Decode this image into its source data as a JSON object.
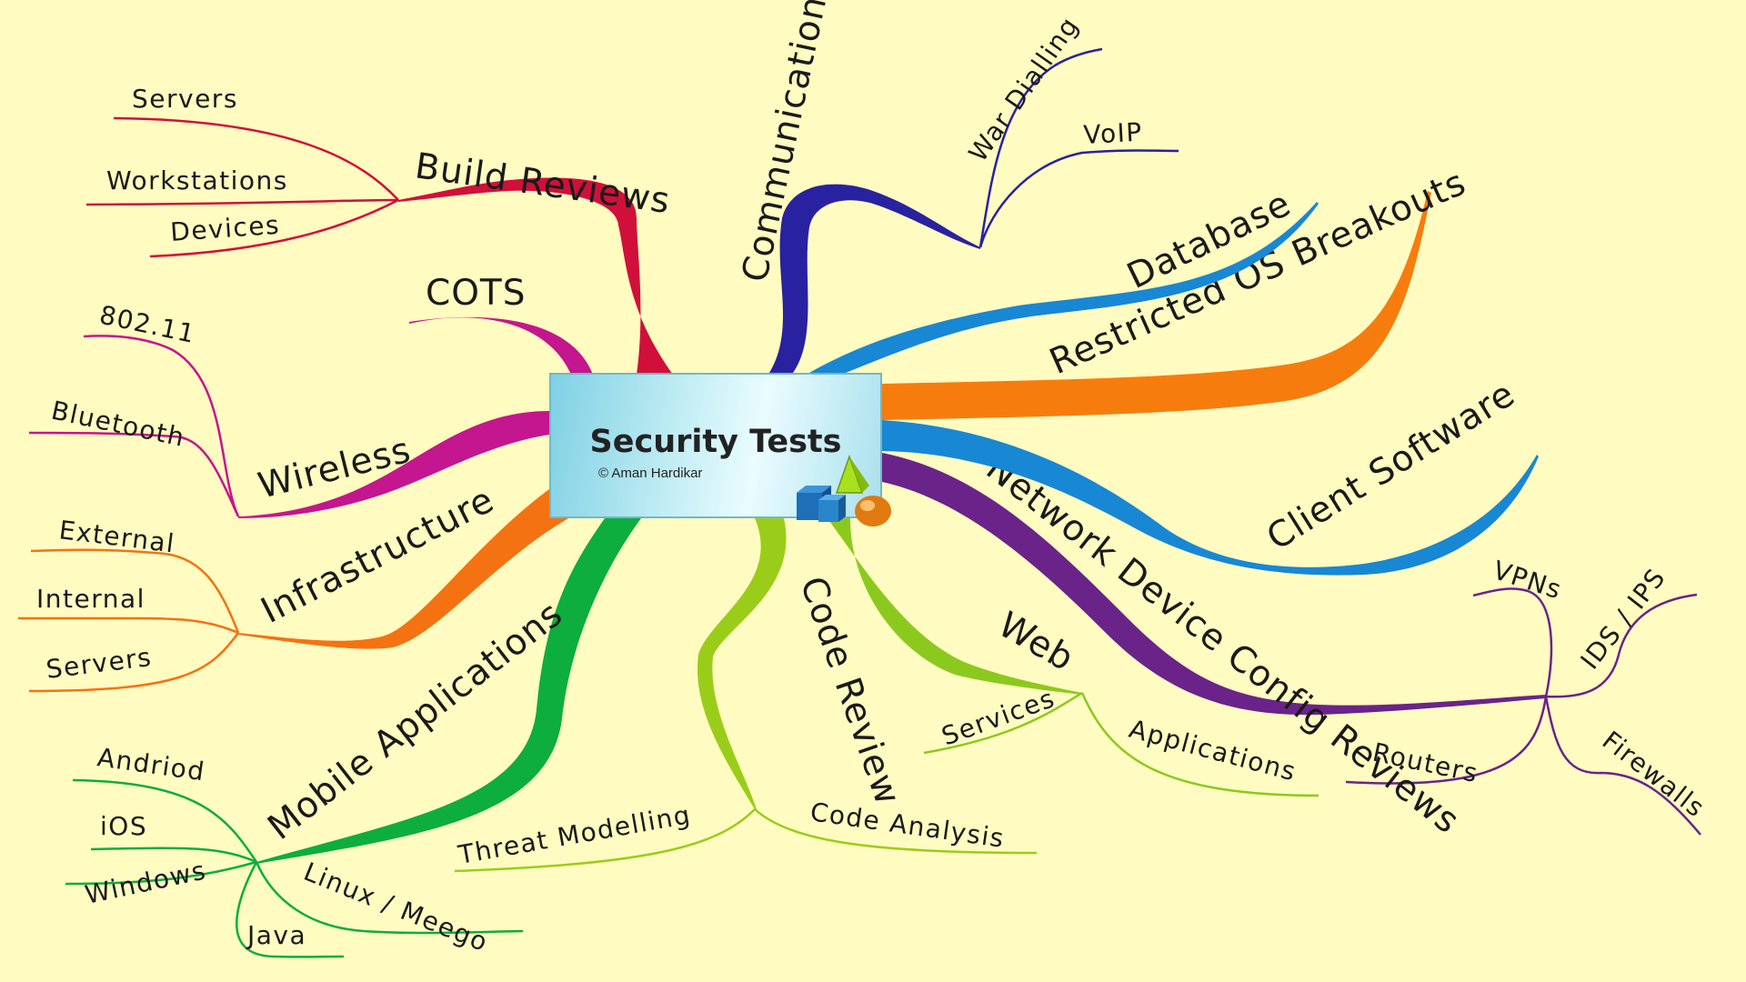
{
  "central": {
    "title": "Security Tests",
    "author": "© Aman Hardikar"
  },
  "branches": {
    "build_reviews": {
      "label": "Build Reviews",
      "color": "#D0103A",
      "children": [
        "Servers",
        "Workstations",
        "Devices"
      ]
    },
    "cots": {
      "label": "COTS",
      "color": "#C4168E"
    },
    "wireless": {
      "label": "Wireless",
      "color": "#C4168E",
      "children": [
        "802.11",
        "Bluetooth"
      ]
    },
    "infrastructure": {
      "label": "Infrastructure",
      "color": "#F57212",
      "children": [
        "External",
        "Internal",
        "Servers"
      ]
    },
    "mobile_applications": {
      "label": "Mobile Applications",
      "color": "#0DAD3E",
      "children": [
        "Andriod",
        "iOS",
        "Windows",
        "Java",
        "Linux / Meego"
      ]
    },
    "code_review": {
      "label": "Code Review",
      "color": "#9ACD19",
      "children": [
        "Threat Modelling",
        "Code Analysis"
      ]
    },
    "web": {
      "label": "Web",
      "color": "#8CC91E",
      "children": [
        "Services",
        "Applications"
      ]
    },
    "network_device_config_reviews": {
      "label": "Network Device Config Reviews",
      "color": "#6A2389",
      "children": [
        "VPNs",
        "IDS / IPS",
        "Routers",
        "Firewalls"
      ]
    },
    "client_software": {
      "label": "Client Software",
      "color": "#1887D4"
    },
    "restricted_os_breakouts": {
      "label": "Restricted OS Breakouts",
      "color": "#F77C0E"
    },
    "database": {
      "label": "Database",
      "color": "#1887D4"
    },
    "communications": {
      "label": "Communications",
      "color": "#2822A0",
      "children": [
        "War Dialling",
        "VoIP"
      ]
    }
  }
}
